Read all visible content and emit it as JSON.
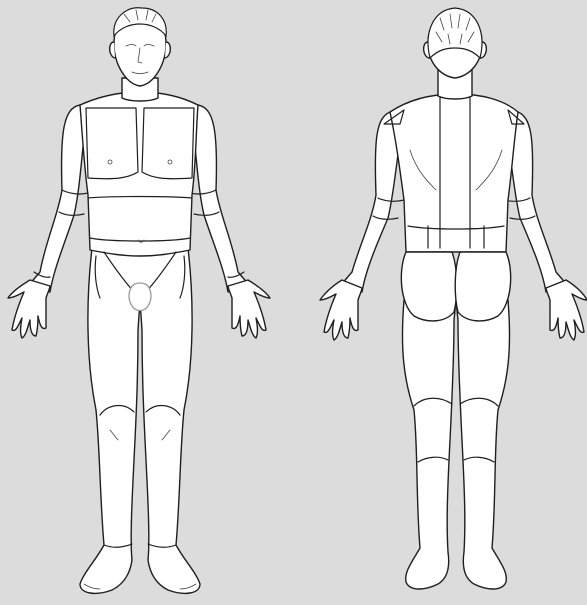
{
  "diagram": {
    "type": "anatomical-body-chart",
    "views": [
      {
        "id": "front",
        "icon": "human-body-front-view"
      },
      {
        "id": "back",
        "icon": "human-body-back-view"
      }
    ],
    "colors": {
      "background": "#dcdcdc",
      "figure_fill": "#ffffff",
      "outline": "#1f1f1f"
    }
  }
}
